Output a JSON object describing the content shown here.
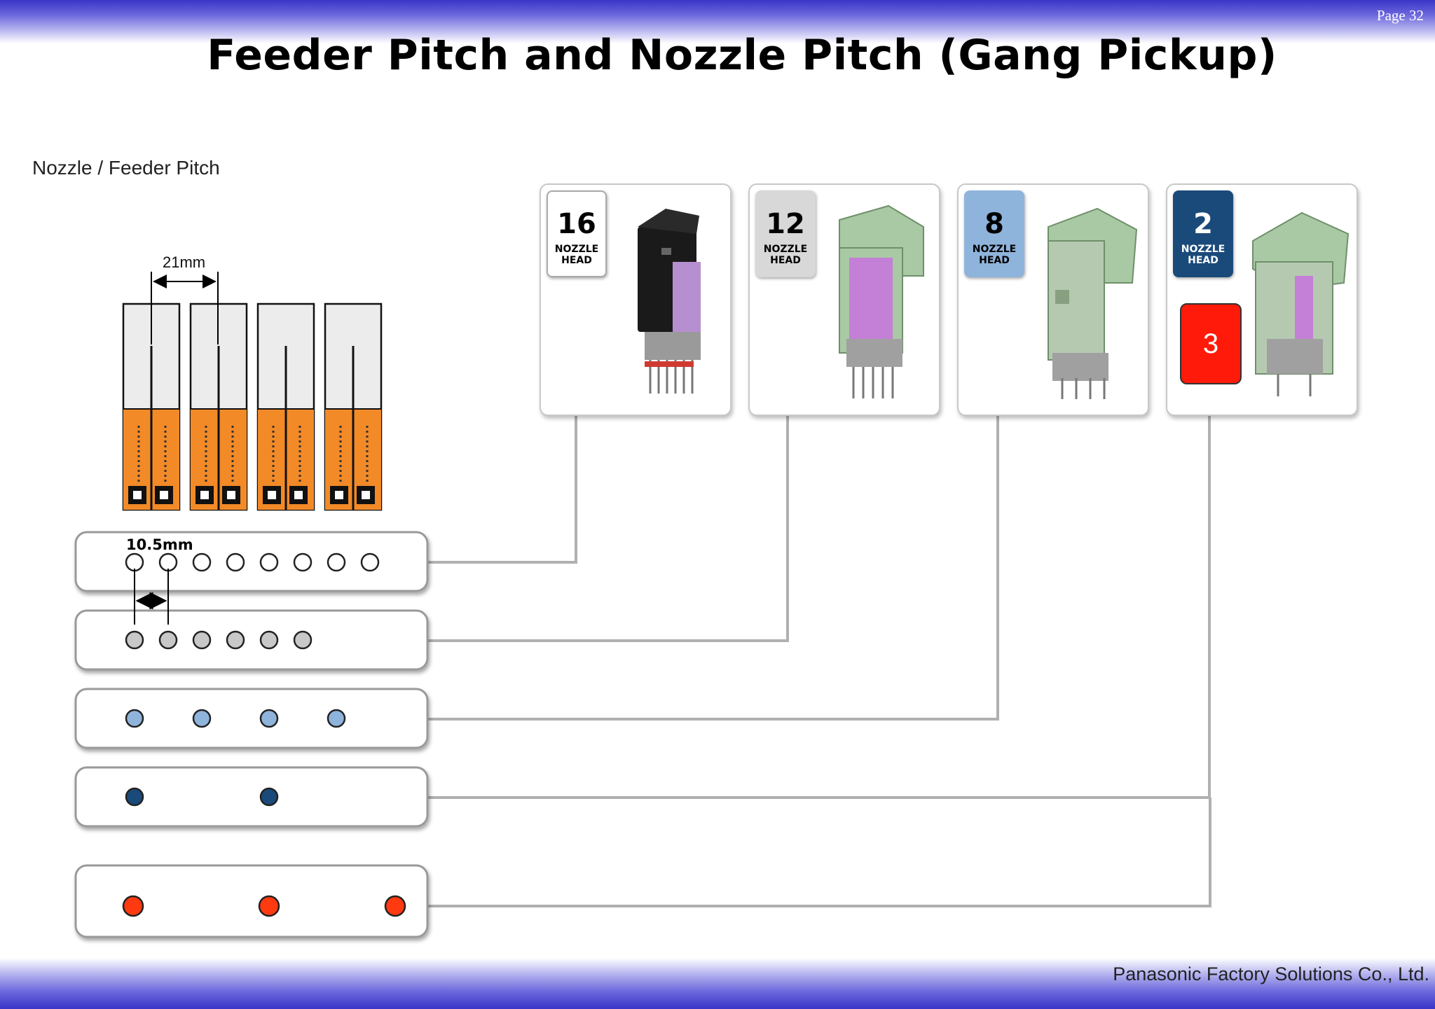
{
  "page": {
    "number": "Page 32",
    "title": "Feeder Pitch and Nozzle Pitch (Gang Pickup)",
    "section_label": "Nozzle / Feeder Pitch",
    "footer": "Panasonic Factory Solutions Co., Ltd."
  },
  "diagram": {
    "feeder_pitch_label": "21mm",
    "nozzle_pitch_label": "10.5mm",
    "feeder_count": 4,
    "heads": [
      {
        "number": "16",
        "label_line1": "NOZZLE",
        "label_line2": "HEAD",
        "badge_color": "#ffffff",
        "text_color": "#000000"
      },
      {
        "number": "12",
        "label_line1": "NOZZLE",
        "label_line2": "HEAD",
        "badge_color": "#d8d8d8",
        "text_color": "#000000"
      },
      {
        "number": "8",
        "label_line1": "NOZZLE",
        "label_line2": "HEAD",
        "badge_color": "#8fb4dc",
        "text_color": "#000000"
      },
      {
        "number": "2",
        "label_line1": "NOZZLE",
        "label_line2": "HEAD",
        "badge_color": "#1a4a7a",
        "text_color": "#ffffff"
      }
    ],
    "red_marker": "3",
    "nozzle_rows": [
      {
        "count": 8,
        "fill": "#ffffff"
      },
      {
        "count": 6,
        "fill": "#c8c8c8"
      },
      {
        "count": 4,
        "fill": "#8fb4dc"
      },
      {
        "count": 2,
        "fill": "#1a4a7a"
      },
      {
        "count": 3,
        "fill": "#ff3a10"
      }
    ],
    "colors": {
      "feeder_orange": "#f28a28",
      "connector_gray": "#b0b0b0",
      "band_blue": "#3a35c8",
      "machine_green": "#9bbf9b",
      "machine_purple": "#c47fd6"
    }
  }
}
